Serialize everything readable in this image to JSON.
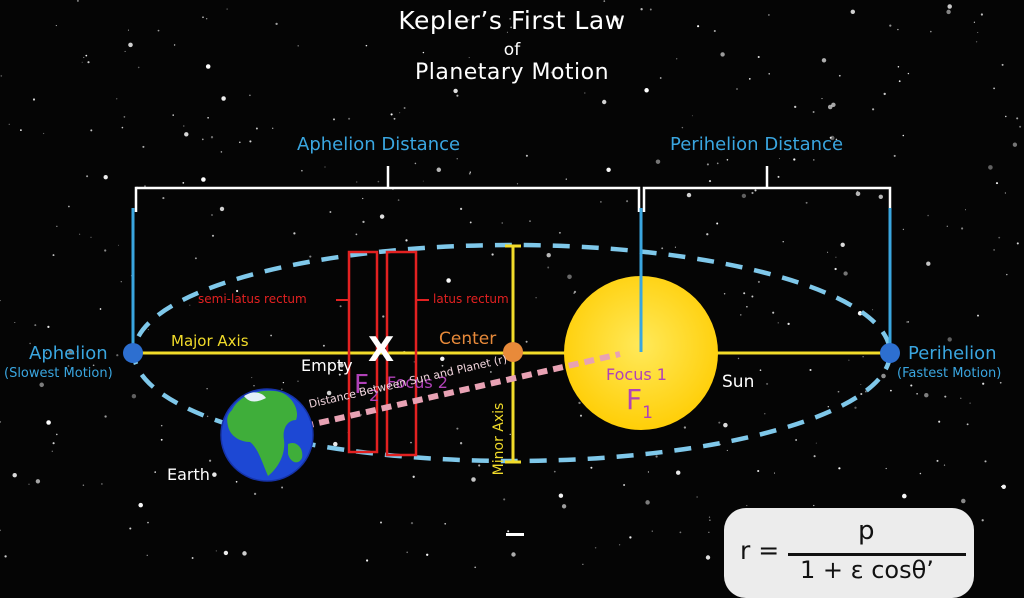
{
  "title": {
    "line1": "Kepler’s First Law",
    "line2": "of",
    "line3": "Planetary Motion"
  },
  "labels": {
    "aphelion_distance": "Aphelion Distance",
    "perihelion_distance": "Perihelion Distance",
    "aphelion": "Aphelion",
    "aphelion_note": "(Slowest Motion)",
    "perihelion": "Perihelion",
    "perihelion_note": "(Fastest Motion)",
    "major_axis": "Major Axis",
    "minor_axis": "Minor Axis",
    "center": "Center",
    "semi_latus_rectum": "semi-latus rectum",
    "latus_rectum": "latus rectum",
    "empty": "Empty",
    "x_mark": "X",
    "f2_letter": "F",
    "f2_sub": "2",
    "focus2": "Focus 2",
    "focus1": "Focus 1",
    "f1_letter": "F",
    "f1_sub": "1",
    "sun": "Sun",
    "earth": "Earth",
    "distance": "Distance Between Sun and Planet (r)"
  },
  "formula": {
    "lhs": "r =",
    "numerator": "p",
    "denominator": "1 + ε cosθ’"
  },
  "colors": {
    "background": "#050505",
    "orbit": "#7fc8ea",
    "axis": "#f2dc2a",
    "bracket": "#ffffff",
    "accent_blue": "#3aa6e0",
    "latus": "#e32121",
    "center": "#e88a3a",
    "focus_purple": "#b042b8",
    "sun": "#ffd400",
    "distance_line": "#e8a2b4"
  }
}
